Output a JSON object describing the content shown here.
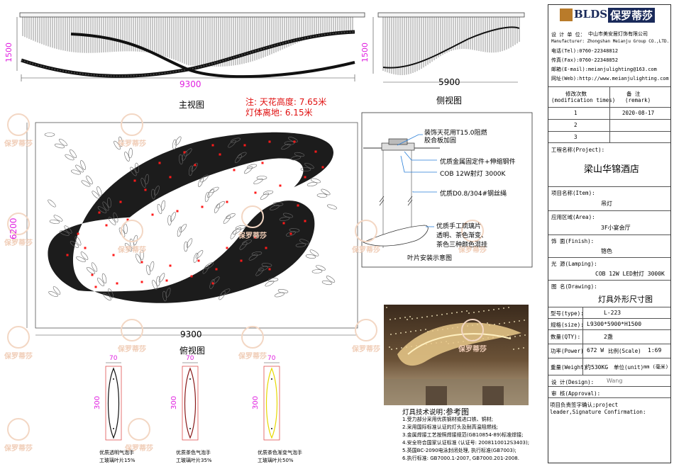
{
  "brand": {
    "logo_text": "BLDS",
    "logo_cn": "保罗蒂莎",
    "designer_label": "设 计 单 位：",
    "designer_value": "中山市美安居灯饰有限公司",
    "manufacturer": "Manufacturer: Zhongshan Meianju Group CO.,LTD.",
    "tel": "电话(Tel):0760-22348812",
    "fax": "传真(Fax):0760-22348852",
    "email": "邮箱(E-mail):meianjulighting@163.com",
    "web": "网址(Web):http://www.meianjulighting.com"
  },
  "revision_table": {
    "col1_header": "修改次数",
    "col1_header_en": "(modification times)",
    "col2_header": "备   注",
    "col2_header_en": "(remark)",
    "rows": [
      {
        "num": "1",
        "remark": "2020-08-17"
      },
      {
        "num": "2",
        "remark": ""
      },
      {
        "num": "3",
        "remark": ""
      }
    ]
  },
  "project": {
    "label": "工程名称(Project):",
    "value": "梁山华锦酒店"
  },
  "fields": {
    "item_label": "项目名称(Item):",
    "item_value": "吊灯",
    "area_label": "应用区域(Area):",
    "area_value": "3F小宴会厅",
    "finish_label": "饰    面(Finish):",
    "finish_value": "铬色",
    "lamping_label": "光    源(Lamping):",
    "lamping_value": "COB 12W LED射灯 3000K",
    "drawing_label": "图    名(Drawing):",
    "drawing_value": "灯具外形尺寸图",
    "type_label": "型号(type):",
    "type_value": "L-223",
    "size_label": "规格(size):",
    "size_value": "L9300*5900*H1500",
    "qty_label": "数量(QTY):",
    "qty_value": "2盏",
    "power_label": "功率(Power)",
    "power_value": "672 W",
    "scale_label": "比例(Scale)",
    "scale_value": "1:69",
    "weight_label": "重量(Weight)",
    "weight_value": "约530KG",
    "unit_label": "单位(unit)",
    "unit_value": "mm (毫米)",
    "design_label": "设  计(Design):",
    "design_value": "Wang",
    "approval_label": "审    核(Approval):",
    "confirm_label": "项目负责签字确认;project leader,Signature Confirmation:"
  },
  "front_view": {
    "width_dim": "9300",
    "height_dim": "1500",
    "caption": "主视图"
  },
  "side_view": {
    "width_dim": "5900",
    "height_dim": "1500",
    "caption": "侧视图"
  },
  "notes": {
    "line1": "注: 天花高度: 7.65米",
    "line2": "灯体离地: 6.15米"
  },
  "top_view": {
    "width_dim": "9300",
    "height_dim": "6200",
    "caption": "俯视图"
  },
  "install_diagram": {
    "label1": "装饰天花用T15.0阻燃",
    "label1b": "胶合板加固",
    "label2": "优质金属固定件+伸缩钢件",
    "label3": "COB 12W射灯 3000K",
    "label4": "优质D0.8/304#钢丝绳",
    "label5": "优质手工琉璃片",
    "label5b": "透明、茶色渐变、",
    "label5c": "茶色三种颜色混挂",
    "caption": "叶片安装示意图"
  },
  "reference_photo": {
    "caption": "参考图"
  },
  "leaves": [
    {
      "width": "70",
      "height": "300",
      "caption1": "优质透明气泡手",
      "caption2": "工玻璃叶片15%",
      "color": "#111111"
    },
    {
      "width": "70",
      "height": "300",
      "caption1": "优质茶色气泡手",
      "caption2": "工玻璃叶片35%",
      "color": "#8a1a1a"
    },
    {
      "width": "70",
      "height": "300",
      "caption1": "优质茶色渐变气泡手",
      "caption2": "工玻璃叶片50%",
      "color": "#e8d800"
    }
  ],
  "tech_req": {
    "title": "灯具技术说明：",
    "items": [
      "1.受力部分采用优质钢材或进口铁、铜材;",
      "2.采用国际标准认证的灯头及耐高温阻燃线;",
      "3.金属焊接工艺按照焊接规范(GB10854-89)标准焊接;",
      "4.安全符合国家认证标准 (认证号: 2008110012S3403);",
      "5.英国BC-2090电泳封闭处理, 执行标准(GB7003);",
      "6.执行标准: GB7000.1-2007, GB7000.201-2008."
    ]
  },
  "watermark_text": "保罗蒂莎",
  "colors": {
    "dim": "#e020e0",
    "note": "#e01010",
    "frame_red": "#e05050",
    "led": "#ff1a1a"
  }
}
